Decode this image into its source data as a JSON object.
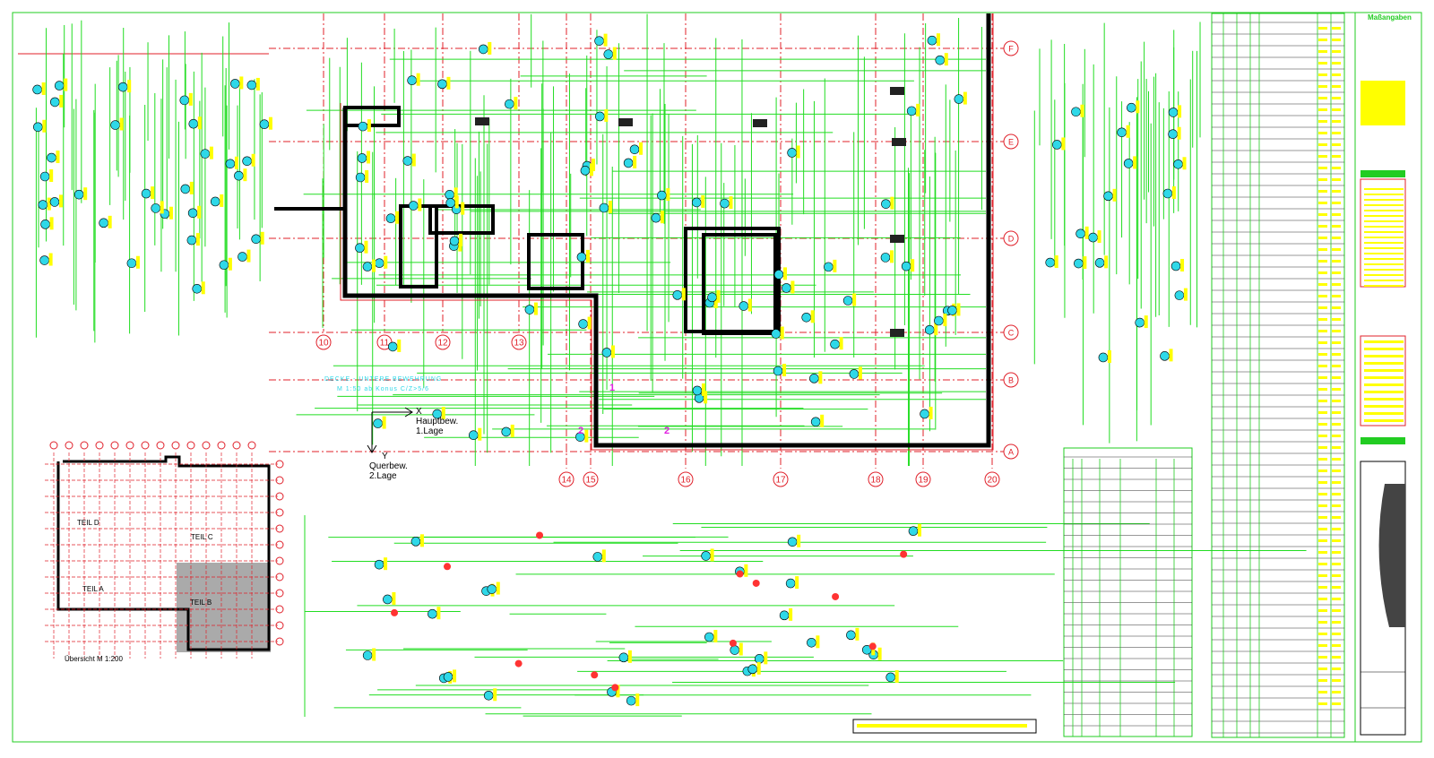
{
  "drawing": {
    "title": "DECKE - UNTERE BEWEHRUNG",
    "subtitle": "M 1:50 ab Konus C/Z>5/6",
    "axis_x": {
      "letter": "X",
      "line1": "Hauptbew.",
      "line2": "1.Lage"
    },
    "axis_y": {
      "letter": "Y",
      "line1": "Querbew.",
      "line2": "2.Lage"
    },
    "grid_numbers": [
      "10",
      "11",
      "12",
      "13",
      "14",
      "15",
      "16",
      "17",
      "18",
      "19",
      "20"
    ],
    "grid_letters": [
      "F",
      "E",
      "D",
      "C",
      "B",
      "A"
    ],
    "rebar_marks": [
      "1",
      "2",
      "2"
    ]
  },
  "overview": {
    "caption": "Übersicht M 1:200",
    "parts": [
      "TEIL A",
      "TEIL B",
      "TEIL C",
      "TEIL D"
    ]
  },
  "title_block": {
    "header": "Maßangaben"
  },
  "colors": {
    "grid": "#e0202a",
    "rebar": "#22dd22",
    "marker": "#2fd8e8",
    "text": "#ffff00",
    "wall": "#000000"
  }
}
